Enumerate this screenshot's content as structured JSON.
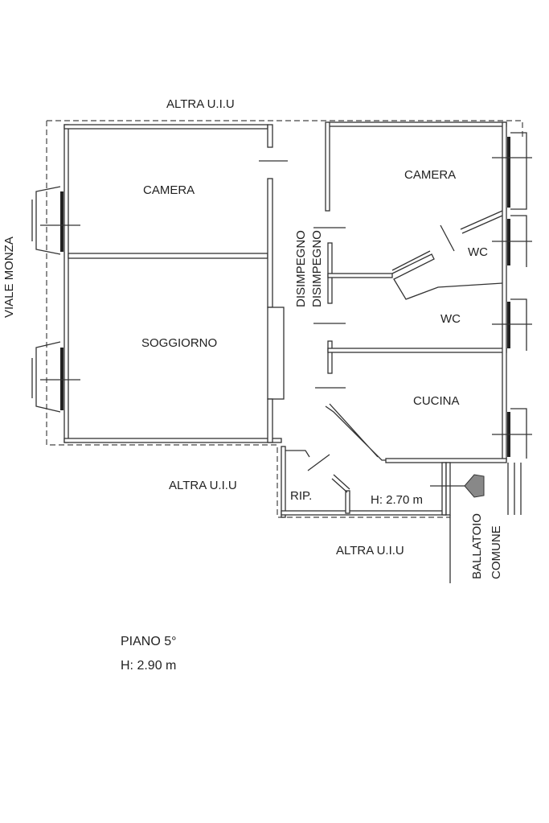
{
  "plan": {
    "neighbors": {
      "top": "ALTRA U.I.U",
      "bottom_left": "ALTRA U.I.U",
      "bottom_right": "ALTRA U.I.U"
    },
    "street": "VIALE MONZA",
    "rooms": {
      "camera_left": "CAMERA",
      "soggiorno": "SOGGIORNO",
      "disimpegno_1": "DISIMPEGNO",
      "disimpegno_2": "DISIMPEGNO",
      "camera_right": "CAMERA",
      "wc_1": "WC",
      "wc_2": "WC",
      "cucina": "CUCINA",
      "ripostiglio": "RIP."
    },
    "local_height": "H: 2.70 m",
    "ballatoio": "BALLATOIO",
    "comune": "COMUNE"
  },
  "footer": {
    "floor": "PIANO 5°",
    "height": "H: 2.90 m"
  }
}
